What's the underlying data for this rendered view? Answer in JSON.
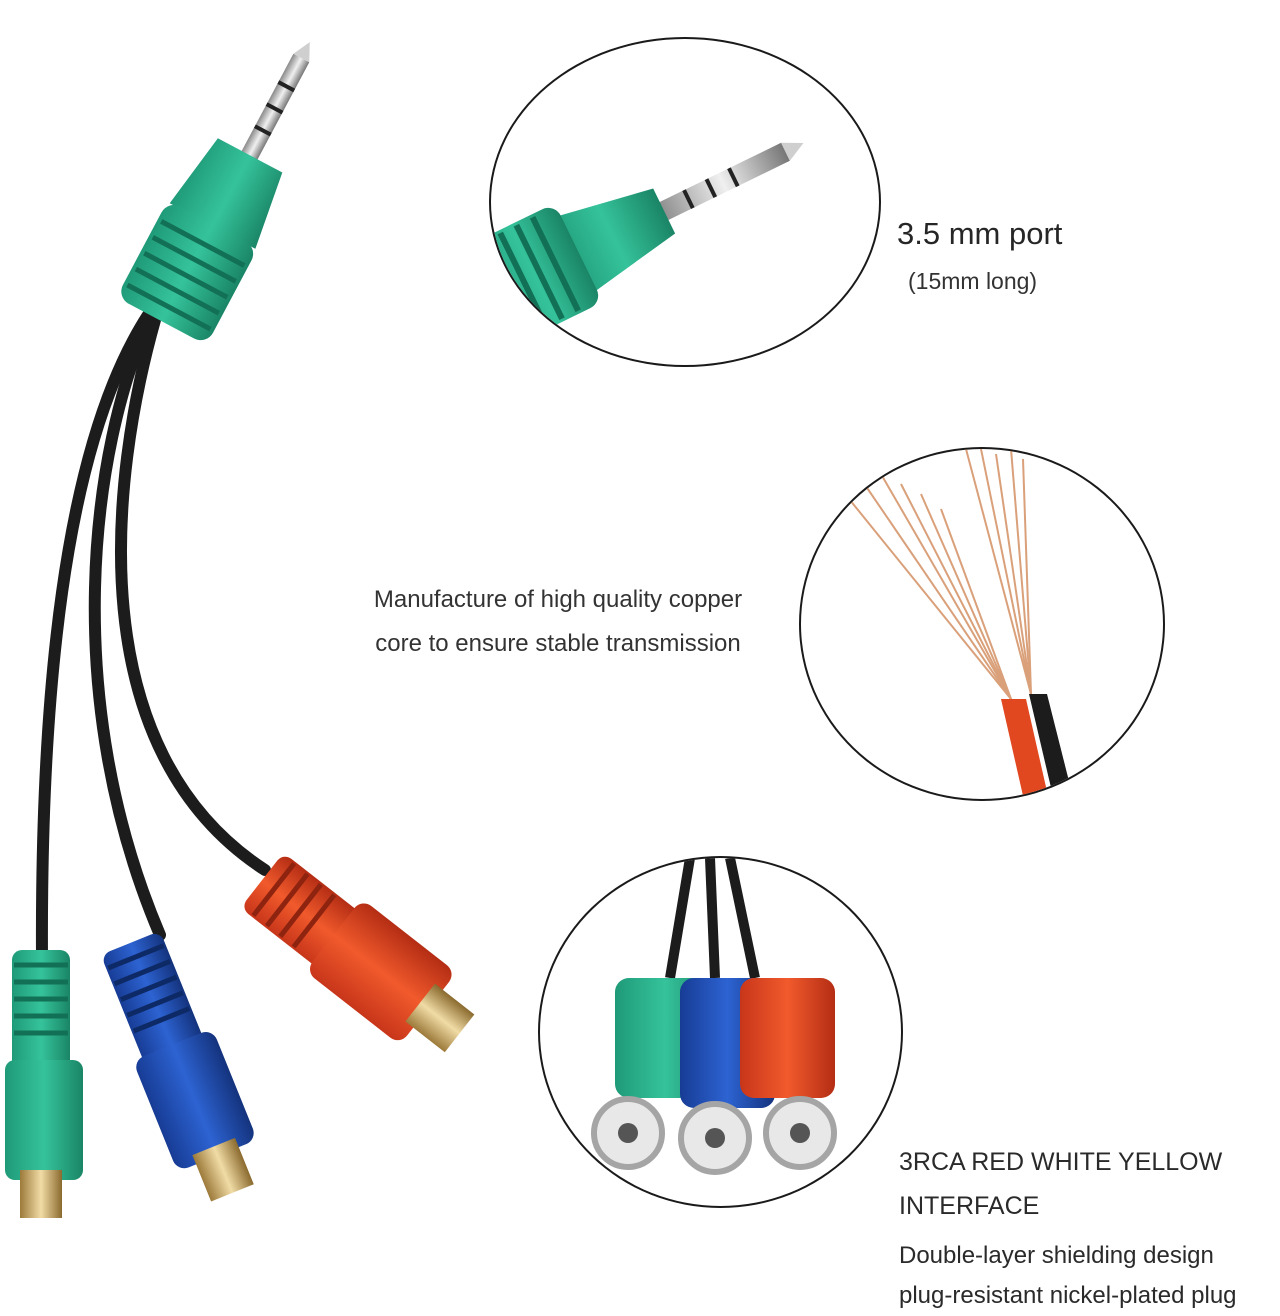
{
  "port": {
    "title": "3.5 mm port",
    "subtitle": "(15mm long)"
  },
  "copper": {
    "line1": "Manufacture of high quality copper",
    "line2": "core  to ensure stable  transmission"
  },
  "interface": {
    "line1": "3RCA RED WHITE YELLOW",
    "line2": "INTERFACE"
  },
  "shielding": {
    "line1": "Double-layer shielding design",
    "line2": "plug-resistant nickel-plated plug"
  },
  "colors": {
    "green": "#2bb08c",
    "blue": "#1f4fb8",
    "red": "#e2481f",
    "cable": "#1c1c1c",
    "copper": "#d9a07a",
    "gold": "#c8a050"
  }
}
